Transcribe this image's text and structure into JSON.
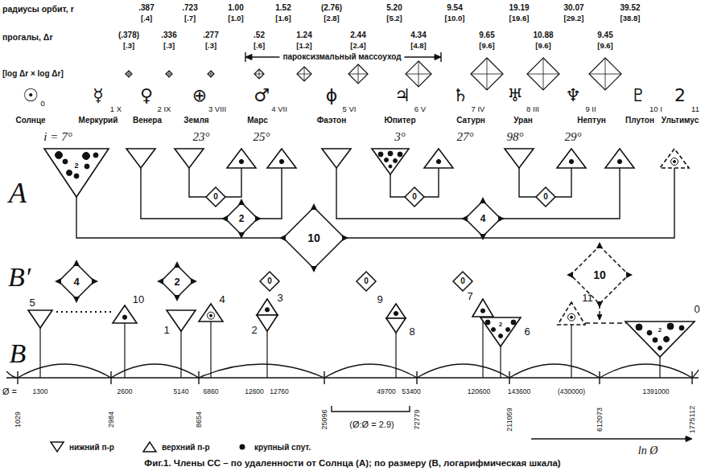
{
  "diagram": {
    "caption": "Фиг.1. Члены СС – по удаленности от Солнца (А); по размеру (В, логарифмическая шкала)",
    "nodes": [
      {
        "text": [
          "0"
        ]
      },
      {
        "text": [
          "2"
        ]
      },
      {
        "text": [
          "0"
        ]
      },
      {
        "text": [
          "4"
        ]
      },
      {
        "text": [
          "0"
        ]
      },
      {
        "text": [
          "10"
        ]
      },
      {
        "text": [
          "4"
        ]
      },
      {
        "text": [
          "2"
        ]
      },
      {
        "text": [
          "0"
        ]
      },
      {
        "text": [
          "0"
        ]
      },
      {
        "text": [
          "0"
        ]
      },
      {
        "text": [
          "10"
        ]
      }
    ],
    "labels": [
      "радиусы орбит, r",
      ".387",
      "[.4]",
      ".723",
      "[.7]",
      "1.00",
      "[1.0]",
      "1.52",
      "[1.6]",
      "(2.76)",
      "[2.8]",
      "5.20",
      "[5.2]",
      "9.54",
      "[10.0]",
      "19.19",
      "[19.6]",
      "30.07",
      "[29.2]",
      "39.52",
      "[38.8]",
      "прогалы, Δr",
      "(.378)",
      "[.3]",
      ".336",
      "[.3]",
      ".277",
      "[.3]",
      ".52",
      "[.6]",
      "1.24",
      "[1.2]",
      "2.44",
      "[2.4]",
      "4.34",
      "[4.8]",
      "9.65",
      "[9.6]",
      "10.88",
      "[9.6]",
      "9.45",
      "[9.6]",
      "пароксизмальный массоуход",
      "[log Δr × log Δr]",
      "☉",
      "☿",
      "♀",
      "⊕",
      "♂",
      "ϕ",
      "♃",
      "♄",
      "♅",
      "♆",
      "♇",
      "2",
      "o",
      "1 X",
      "2 IX",
      "3 VIII",
      "4 VII",
      "5 VI",
      "6 V",
      "7 IV",
      "8 III",
      "9 II",
      "10 I",
      "11",
      "Солнце",
      "Меркурий",
      "Венера",
      "Земля",
      "Марс",
      "Фаэтон",
      "Юпитер",
      "Сатурн",
      "Уран",
      "Нептун",
      "Плутон",
      "Ультимус",
      "i = 7°",
      "23°",
      "25°",
      "3°",
      "27°",
      "98°",
      "29°",
      "A",
      "2",
      "B′",
      "B",
      "5",
      "10",
      "4",
      "1",
      "3",
      "2",
      "9",
      "8",
      "7",
      "6",
      "11",
      "0",
      "2",
      "2",
      "Ø =",
      "1300",
      "2600",
      "5140",
      "6860",
      "12600",
      "12760",
      "49700",
      "53400",
      "120600",
      "143600",
      "(430000)",
      "1391000",
      "1029",
      "2984",
      "8654",
      "25096",
      "72779",
      "211059",
      "612073",
      "1775112",
      "(Ø:Ø = 2.9)",
      "ln Ø"
    ],
    "legend": [
      {
        "text": "нижний п-р"
      },
      {
        "text": "верхний п-р"
      },
      {
        "text": "крупный спут."
      }
    ]
  }
}
